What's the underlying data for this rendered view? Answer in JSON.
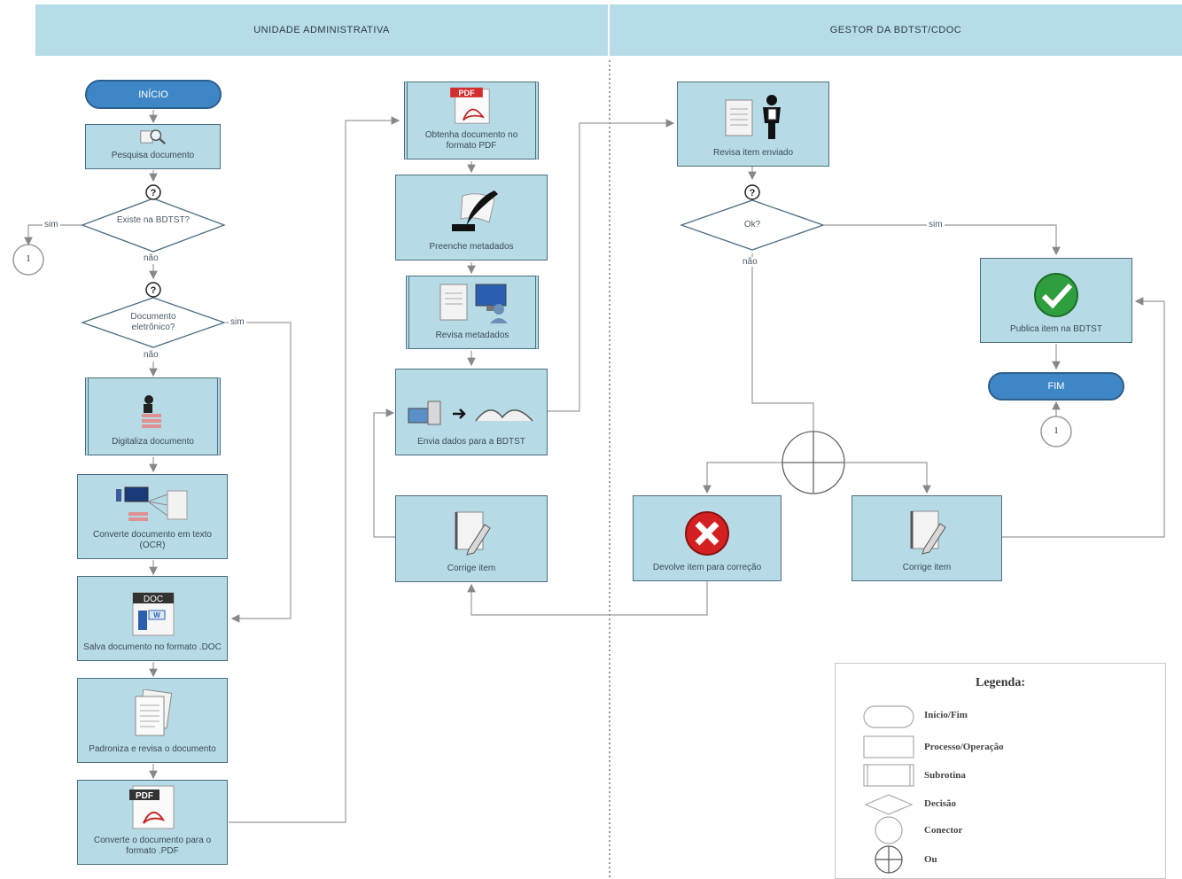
{
  "lanes": {
    "left": "UNIDADE ADMINISTRATIVA",
    "right": "GESTOR DA BDTST/CDOC"
  },
  "terminals": {
    "inicio": "INÍCIO",
    "fim": "FIM"
  },
  "nodes": {
    "pesquisa": "Pesquisa documento",
    "digitaliza": "Digitaliza documento",
    "converte_ocr": "Converte documento em texto (OCR)",
    "salva_doc": "Salva documento no formato .DOC",
    "padroniza": "Padroniza e revisa o documento",
    "converte_pdf": "Converte o documento para o formato .PDF",
    "obtenha_pdf": "Obtenha documento no formato PDF",
    "preenche": "Preenche metadados",
    "revisa_meta": "Revisa metadados",
    "envia": "Envia dados para a BDTST",
    "corrige_left": "Corrige item",
    "revisa_item": "Revisa item enviado",
    "publica": "Publica item na BDTST",
    "devolve": "Devolve item para correção",
    "corrige_right": "Corrige item"
  },
  "decisions": {
    "existe": "Existe na BDTST?",
    "eletronico": "Documento eletrônico?",
    "ok": "Ok?"
  },
  "edge_labels": {
    "sim1": "sim",
    "nao1": "não",
    "sim2": "sim",
    "nao2": "não",
    "sim3": "sim",
    "nao3": "não"
  },
  "connectors": {
    "c_left": "1",
    "c_right": "1"
  },
  "icons": {
    "pdf_badge": "PDF",
    "doc_badge": "DOC",
    "word_badge": "W"
  },
  "legend": {
    "title": "Legenda:",
    "items": [
      "Início/Fim",
      "Processo/Operação",
      "Subrotina",
      "Decisão",
      "Conector",
      "Ou"
    ]
  }
}
